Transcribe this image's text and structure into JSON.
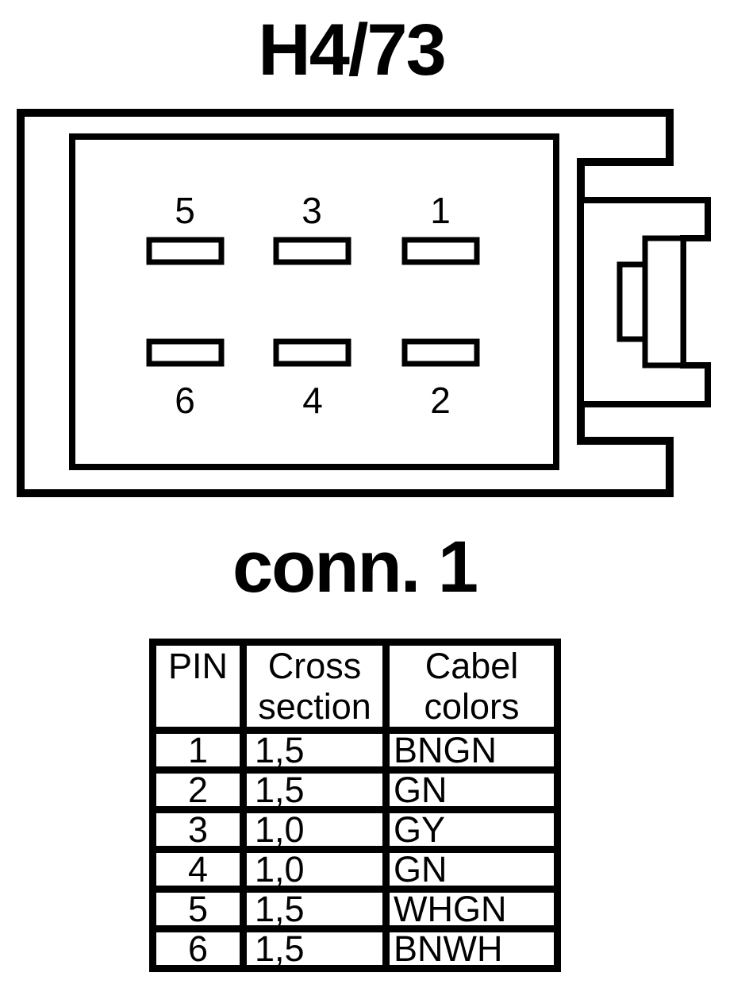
{
  "colors": {
    "ink": "#000000",
    "paper": "#ffffff"
  },
  "title": "H4/73",
  "diagram": {
    "caption": "conn. 1",
    "pin_labels": {
      "top": [
        "5",
        "3",
        "1"
      ],
      "bottom": [
        "6",
        "4",
        "2"
      ]
    }
  },
  "table": {
    "headers": {
      "pin": "PIN",
      "cross_section": "Cross section",
      "cable_colors": "Cabel colors"
    },
    "rows": [
      {
        "pin": "1",
        "cross_section": "1,5",
        "cable_color": "BNGN"
      },
      {
        "pin": "2",
        "cross_section": "1,5",
        "cable_color": "GN"
      },
      {
        "pin": "3",
        "cross_section": "1,0",
        "cable_color": "GY"
      },
      {
        "pin": "4",
        "cross_section": "1,0",
        "cable_color": "GN"
      },
      {
        "pin": "5",
        "cross_section": "1,5",
        "cable_color": "WHGN"
      },
      {
        "pin": "6",
        "cross_section": "1,5",
        "cable_color": "BNWH"
      }
    ]
  }
}
